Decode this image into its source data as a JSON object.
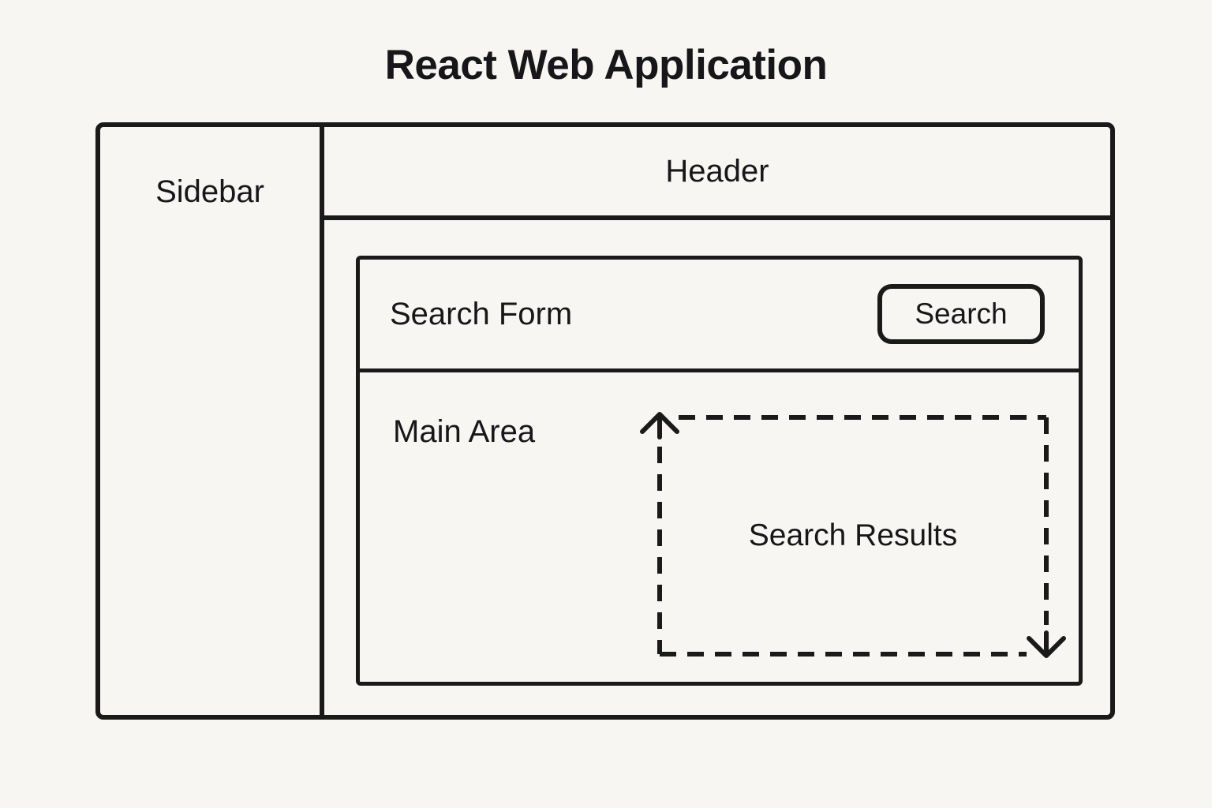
{
  "title": "React Web Application",
  "regions": {
    "sidebar": "Sidebar",
    "header": "Header",
    "search_form": "Search Form",
    "search_button": "Search",
    "main_area": "Main Area",
    "search_results": "Search Results"
  },
  "icons": {
    "arrow_up": "arrow-up-icon",
    "arrow_down": "arrow-down-icon"
  },
  "colors": {
    "background": "#f7f6f3",
    "stroke": "#1a1a1a",
    "text": "#17171a"
  }
}
